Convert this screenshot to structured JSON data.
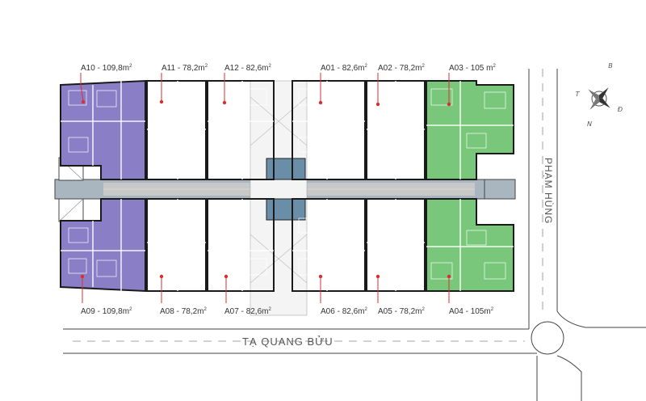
{
  "units_top": [
    {
      "code": "A10",
      "area": "109,8",
      "unit": "m",
      "sup": "2"
    },
    {
      "code": "A11",
      "area": "78,2",
      "unit": "m",
      "sup": "2"
    },
    {
      "code": "A12",
      "area": "82,6",
      "unit": "m",
      "sup": "2"
    },
    {
      "code": "A01",
      "area": "82,6",
      "unit": "m",
      "sup": "2"
    },
    {
      "code": "A02",
      "area": "78,2",
      "unit": "m",
      "sup": "2"
    },
    {
      "code": "A03",
      "area": "105",
      "unit": "m",
      "sup": "2"
    }
  ],
  "units_bottom": [
    {
      "code": "A09",
      "area": "109,8",
      "unit": "m",
      "sup": "2"
    },
    {
      "code": "A08",
      "area": "78,2",
      "unit": "m",
      "sup": "2"
    },
    {
      "code": "A07",
      "area": "82,6",
      "unit": "m",
      "sup": "2"
    },
    {
      "code": "A06",
      "area": "82,6",
      "unit": "m",
      "sup": "2"
    },
    {
      "code": "A05",
      "area": "78,2",
      "unit": "m",
      "sup": "2"
    },
    {
      "code": "A04",
      "area": "105",
      "unit": "m",
      "sup": "2"
    }
  ],
  "roads": {
    "horizontal": "TẠ QUANG BỬU",
    "vertical": "PHẠM HÙNG"
  },
  "compass": {
    "north": "B",
    "south": "N",
    "east": "Đ",
    "west": "T"
  },
  "colors": {
    "purple": "#8a7fc7",
    "yellow": "#dcdc72",
    "cyan": "#7fd0d3",
    "green": "#78c77a",
    "corridor": "#c8c8c8",
    "pin": "#d83030"
  }
}
